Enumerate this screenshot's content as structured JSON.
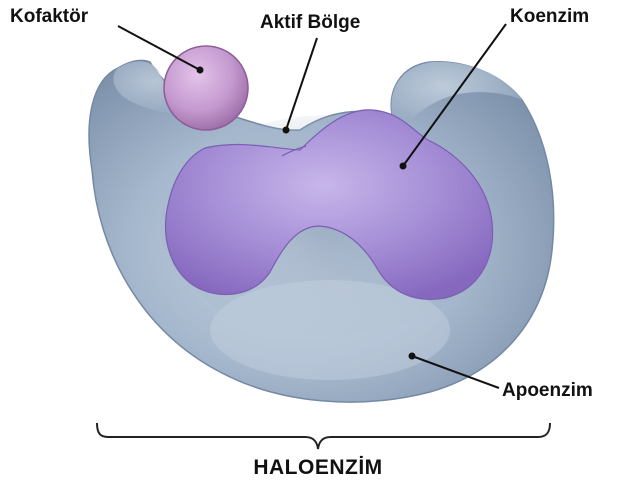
{
  "labels": {
    "cofactor": "Kofaktör",
    "active_site": "Aktif Bölge",
    "coenzyme": "Koenzim",
    "apoenzyme": "Apoenzim",
    "holoenzyme": "HALOENZİM"
  },
  "colors": {
    "apoenzyme_fill": "#9fb3c9",
    "apoenzyme_shade": "#7f93ad",
    "coenzyme_fill": "#a58ed6",
    "coenzyme_shade": "#8c74c4",
    "cofactor_fill": "#c79bd1",
    "cofactor_edge": "#8d5d98",
    "leader": "#111111"
  }
}
